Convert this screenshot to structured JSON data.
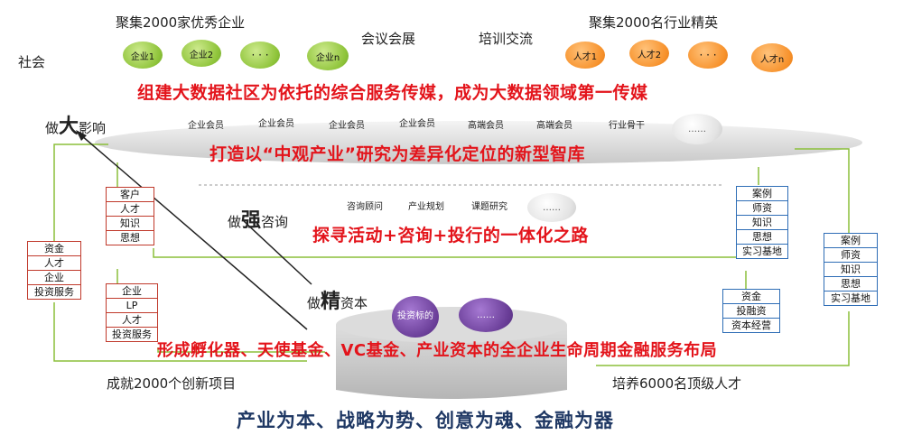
{
  "top": {
    "society": "社会",
    "left_title": "聚集2000家优秀企业",
    "center1": "会议会展",
    "center2": "培训交流",
    "right_title": "聚集2000名行业精英",
    "green_bubbles": [
      "企业1",
      "企业2",
      "· · ·",
      "企业n"
    ],
    "orange_bubbles": [
      "人才1",
      "人才2",
      "· · ·",
      "人才n"
    ],
    "headline1": "组建大数据社区为依托的综合服务传媒，成为大数据领域第一传媒"
  },
  "influence": {
    "prefix": "做",
    "big": "大",
    "suffix": "影响",
    "members": [
      "企业会员",
      "企业会员",
      "企业会员",
      "企业会员",
      "高端会员",
      "高端会员",
      "行业骨干",
      "……"
    ],
    "headline2": "打造以“中观产业”研究为差异化定位的新型智库"
  },
  "consult": {
    "prefix": "做",
    "big": "强",
    "suffix": "咨询",
    "items": [
      "咨询顾问",
      "产业规划",
      "课题研究",
      "……"
    ],
    "headline3": "探寻活动+咨询+投行的一体化之路",
    "left_box": [
      "客户",
      "人才",
      "知识",
      "思想"
    ],
    "right_box": [
      "案例",
      "师资",
      "知识",
      "思想",
      "实习基地"
    ]
  },
  "capital": {
    "prefix": "做",
    "big": "精",
    "suffix": "资本",
    "bubbles": [
      "投资标的",
      "……"
    ],
    "headline4": "形成孵化器、天使基金、VC基金、产业资本的全企业生命周期金融服务布局",
    "left_box": [
      "企业",
      "LP",
      "人才",
      "投资服务"
    ],
    "right_box": [
      "资金",
      "投融资",
      "资本经营"
    ]
  },
  "outer": {
    "left_box": [
      "资金",
      "人才",
      "企业",
      "投资服务"
    ],
    "right_box": [
      "案例",
      "师资",
      "知识",
      "思想",
      "实习基地"
    ]
  },
  "bottom": {
    "left": "成就2000个创新项目",
    "right": "培养6000名顶级人才",
    "footer": "产业为本、战略为势、创意为魂、金融为器"
  },
  "colors": {
    "green_line": "#8bbf3a",
    "headline": "#e3141b",
    "footer": "#1f3864",
    "blue_border": "#2e6db6",
    "red_border": "#c0392b"
  }
}
